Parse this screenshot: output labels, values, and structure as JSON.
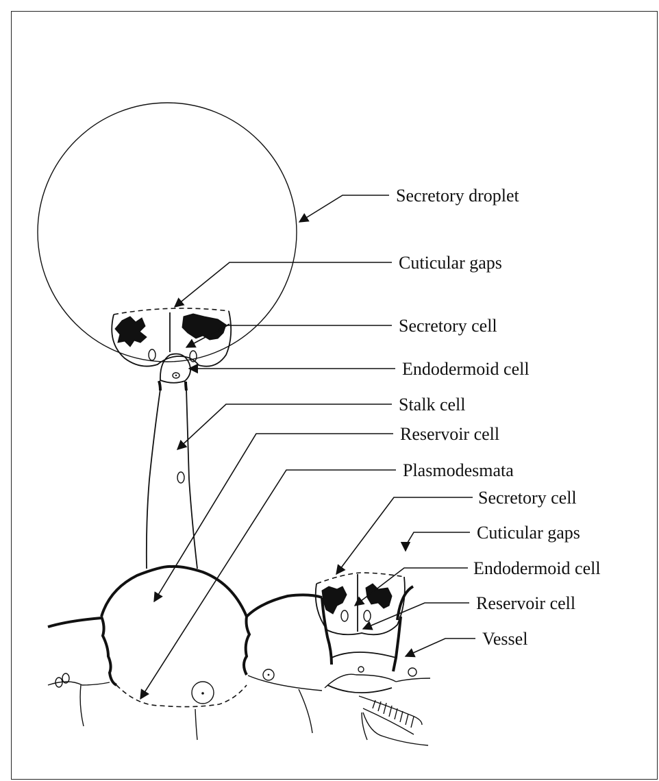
{
  "labels": {
    "secretory_droplet": "Secretory droplet",
    "cuticular_gaps_1": "Cuticular gaps",
    "secretory_cell_1": "Secretory cell",
    "endodermoid_cell_1": "Endodermoid cell",
    "stalk_cell": "Stalk cell",
    "reservoir_cell_1": "Reservoir cell",
    "plasmodesmata": "Plasmodesmata",
    "secretory_cell_2": "Secretory cell",
    "cuticular_gaps_2": "Cuticular gaps",
    "endodermoid_cell_2": "Endodermoid cell",
    "reservoir_cell_2": "Reservoir cell",
    "vessel": "Vessel"
  },
  "colors": {
    "ink": "#111111",
    "background": "#ffffff"
  }
}
